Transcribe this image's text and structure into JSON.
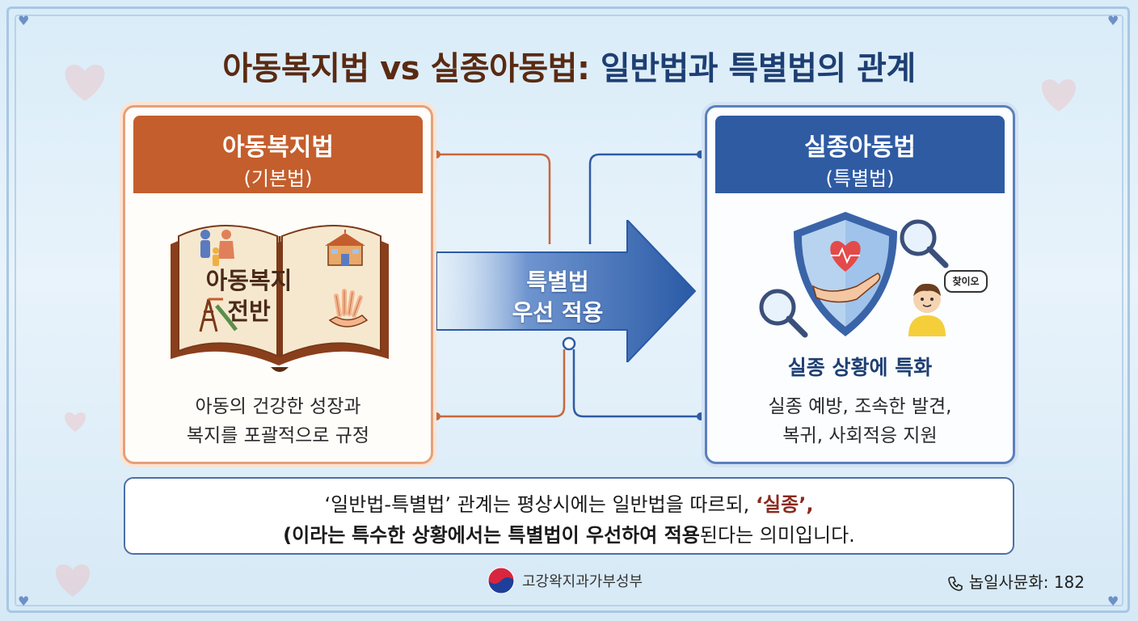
{
  "title": {
    "part1": "아동복지법 vs 실종아동법:",
    "part2": "일반법과 특별법의 관계"
  },
  "left_card": {
    "title": "아동복지법",
    "subtitle": "(기본법)",
    "illustration_text": [
      "아동복지",
      "전반"
    ],
    "description": [
      "아동의 건강한 성장과",
      "복지를 포괄적으로 규정"
    ]
  },
  "arrow": {
    "line1": "특별법",
    "line2": "우선 적용"
  },
  "right_card": {
    "title": "실종아동법",
    "subtitle": "(특별법)",
    "speech_bubble": "찾이오",
    "label": "실종 상황에 특화",
    "description": [
      "실종 예방, 조속한 발견,",
      "복귀, 사회적응 지원"
    ]
  },
  "note": {
    "line1": "‘일반법-특별법’ 관계는 평상시에는 일반법을 따르되,",
    "line1_quote": "‘실종’,",
    "line2_start": "(이라는",
    "line2_mid": "특수한 상황에서는 특별법이 우선하여 적용",
    "line2_end": "된다는 의미입니다."
  },
  "footer": {
    "ministry": "고강왁지과가부성부",
    "phone": "놉일사뮨화: 182"
  },
  "colors": {
    "left_accent": "#c45e2c",
    "right_accent": "#2f5ba3",
    "title_dark": "#5a2a12",
    "title_blue": "#1e3f73"
  },
  "icons": [
    "family-icon",
    "school-icon",
    "playground-icon",
    "hands-icon",
    "shield-heart-icon",
    "magnifier-icon",
    "child-icon",
    "phone-icon",
    "emblem-icon"
  ]
}
